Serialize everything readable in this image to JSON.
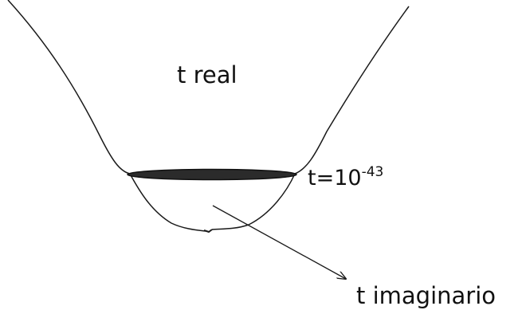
{
  "labels": {
    "real_time": "t real",
    "planck_time_prefix": "t=10",
    "planck_time_exponent": "-43",
    "imaginary_time": "t imaginario"
  },
  "colors": {
    "stroke": "#1a1a1a",
    "ellipse_fill": "#2b2b2b",
    "text": "#111111",
    "background": "#ffffff"
  }
}
